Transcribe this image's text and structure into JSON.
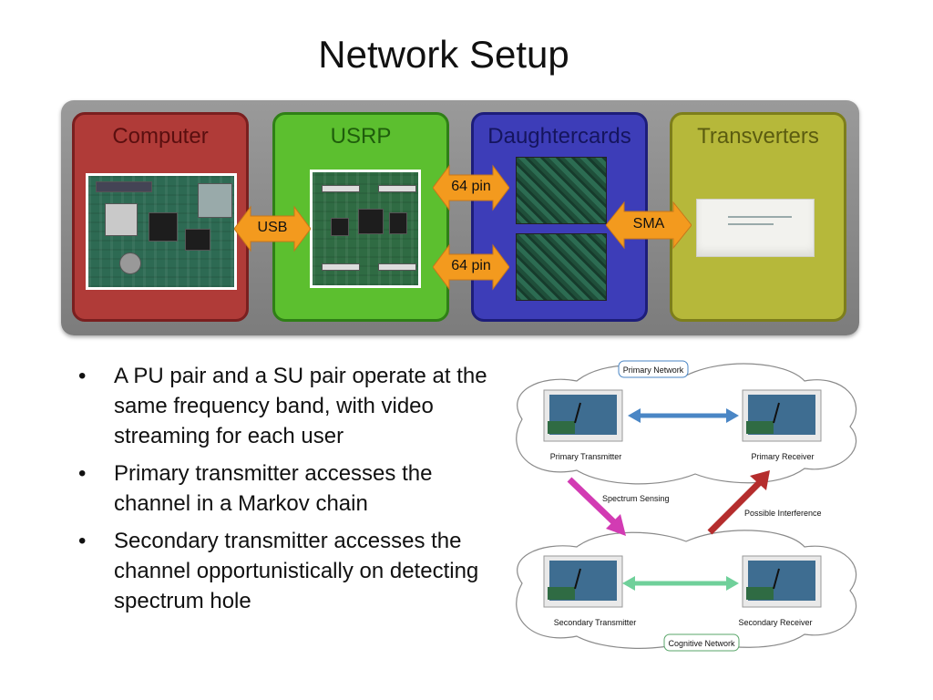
{
  "title": "Network Setup",
  "hardware": {
    "modules": [
      {
        "label": "Computer",
        "color": "#b03b38"
      },
      {
        "label": "USRP",
        "color": "#5cbf2f"
      },
      {
        "label": "Daughtercards",
        "color": "#3d3db8"
      },
      {
        "label": "Transverters",
        "color": "#b6b83a"
      }
    ],
    "connectors": {
      "usb": "USB",
      "pin_top": "64 pin",
      "pin_bottom": "64 pin",
      "sma": "SMA"
    },
    "arrow_color": "#f39a1e"
  },
  "bullets": [
    "A PU pair and a SU pair operate at the same frequency band, with  video streaming for each user",
    "Primary transmitter accesses the channel in a Markov chain",
    "Secondary transmitter accesses the channel opportunistically on detecting spectrum hole"
  ],
  "network": {
    "primary_network": "Primary Network",
    "cognitive_network": "Cognitive Network",
    "primary_transmitter": "Primary Transmitter",
    "primary_receiver": "Primary Receiver",
    "secondary_transmitter": "Secondary Transmitter",
    "secondary_receiver": "Secondary Receiver",
    "spectrum_sensing": "Spectrum Sensing",
    "possible_interference": "Possible Interference",
    "colors": {
      "primary_link": "#4a86c5",
      "secondary_link": "#6fd09a",
      "sensing_arrow": "#d23bb3",
      "interference_arrow": "#b52d2d"
    }
  }
}
